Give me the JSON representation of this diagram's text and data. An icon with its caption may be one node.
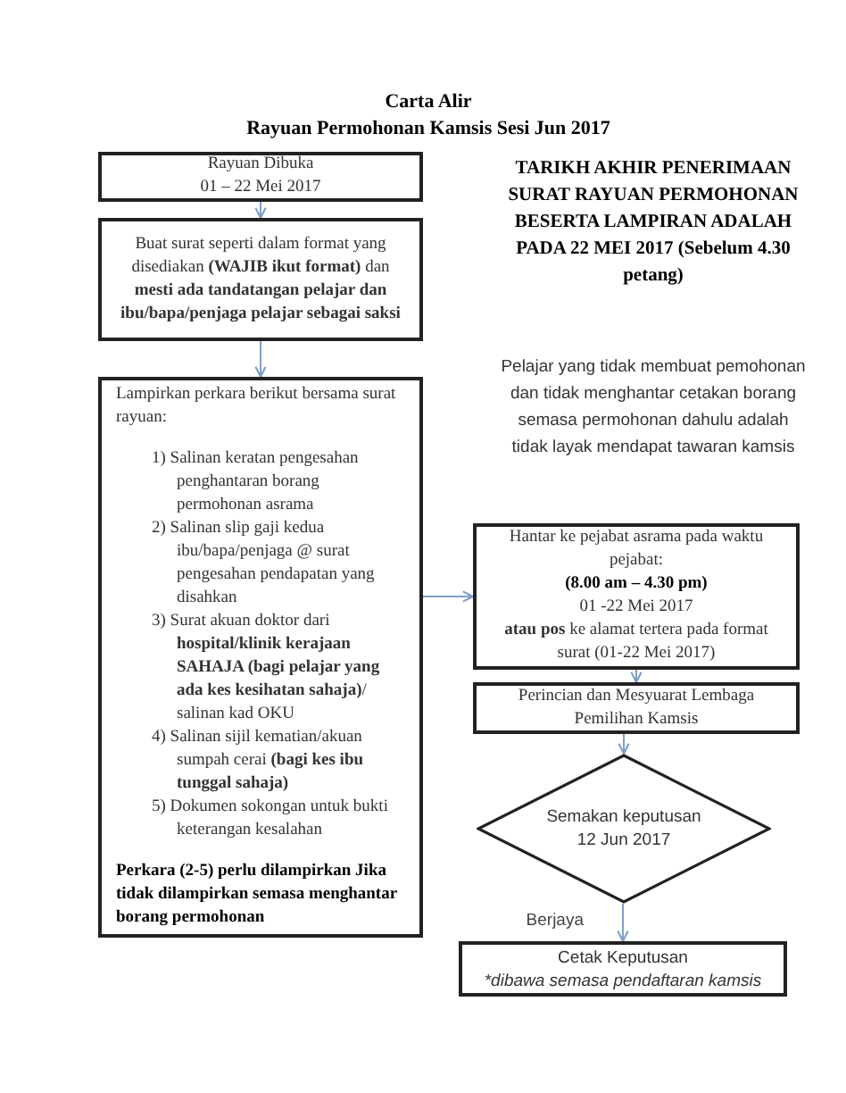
{
  "diagram": {
    "title": "Carta Alir",
    "nodes": [
      {
        "text": [
          "Rayuan Dibuka",
          "01 – 22 Mei 2017"
        ]
      },
      {
        "text": [
          "Buat surat seperti dalam format yang disediakan **(WAJIB ikut format)** dan **mesti ada tandatangan pelajar dan ibu/bapa/penjaga pelajar sebagai saksi**"
        ]
      },
      {
        "text": [
          "Lampirkan perkara berikut bersama surat rayuan:",
          "1) Salinan keratan pengesahan penghantaran borang permohonan asrama",
          "2) Salinan slip gaji kedua ibu/bapa/penjaga @ surat pengesahan pendapatan yang disahkan",
          "3) Surat akuan doktor dari **hospital/klinik kerajaan SAHAJA (bagi pelajar yang ada kes kesihatan sahaja)**/ salinan kad OKU",
          "4) Salinan sijil kematian/akuan sumpah cerai **(bagi kes ibu tunggal sahaja)**",
          "5) Dokumen sokongan untuk bukti keterangan kesalahan",
          "Perkara (2-5) perlu dilampirkan Jika tidak dilampirkan semasa menghantar borang permohonan"
        ]
      },
      {
        "text": [
          "Hantar ke pejabat asrama pada waktu pejabat:",
          "(8.00 am – 4.30 pm)",
          "01 -22 Mei 2017",
          "**atau pos** ke alamat tertera pada format surat (01-22 Mei 2017)"
        ]
      },
      {
        "text": [
          "Perincian dan Mesyuarat Lembaga Pemilihan Kamsis"
        ]
      },
      {
        "text": [
          "Semakan keputusan",
          "12 Jun 2017"
        ]
      },
      {
        "text": [
          "Cetak Keputusan",
          "*dibawa semasa pendaftaran kamsis"
        ]
      }
    ],
    "edges": [
      {
        "from": 0,
        "to": 1,
        "arrow": "to"
      },
      {
        "from": 1,
        "to": 2,
        "arrow": "to"
      },
      {
        "from": 2,
        "to": 3,
        "arrow": "to"
      },
      {
        "from": 3,
        "to": 4,
        "arrow": "to"
      },
      {
        "from": 4,
        "to": 5,
        "arrow": "to"
      },
      {
        "from": 5,
        "to": 6,
        "arrow": "to",
        "label": "Berjaya"
      }
    ],
    "labels": [
      "Rayuan Permohonan Kamsis Sesi Jun 2017",
      "TARIKH AKHIR PENERIMAAN SURAT RAYUAN PERMOHONAN BESERTA LAMPIRAN ADALAH PADA 22 MEI 2017 (Sebelum 4.30 petang)",
      "Pelajar yang tidak membuat pemohonan dan tidak menghantar cetakan borang semasa permohonan dahulu adalah tidak layak mendapat tawaran kamsis"
    ]
  }
}
